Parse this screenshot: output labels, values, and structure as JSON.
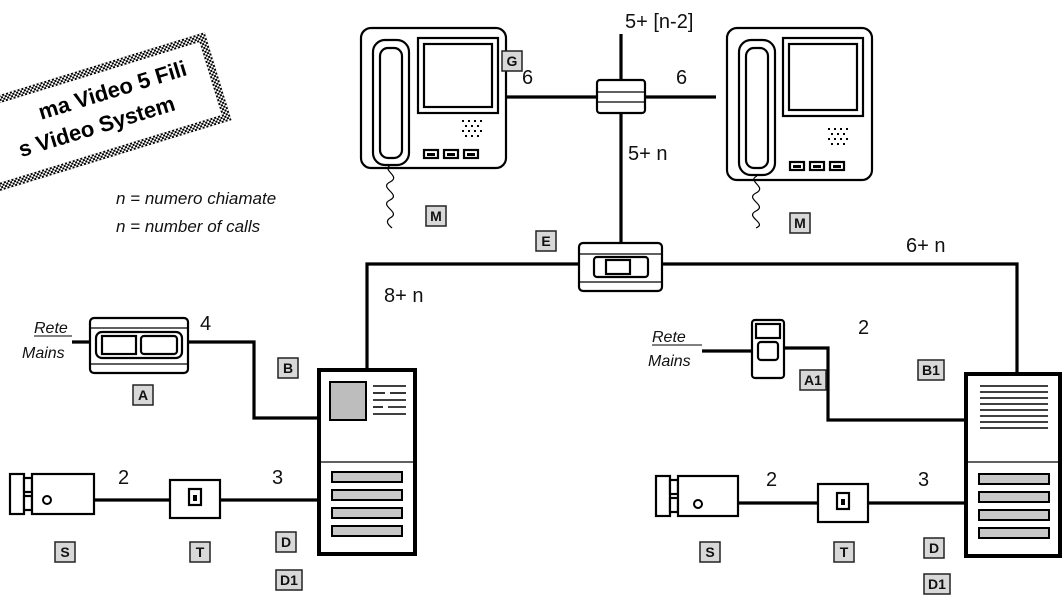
{
  "banner": {
    "line1": "ma Video 5 Fili",
    "line2": "s Video System"
  },
  "notes": {
    "it": "n = numero chiamate",
    "en": "n = number of calls"
  },
  "mains": {
    "left_it": "Rete",
    "left_en": "Mains",
    "right_it": "Rete",
    "right_en": "Mains"
  },
  "wire_labels": {
    "riser_top": "5+ [n-2]",
    "left_monitor": "6",
    "right_monitor": "6",
    "riser_mid": "5+ n",
    "to_right_panel": "6+ n",
    "to_left_panel": "8+ n",
    "left_power": "4",
    "right_power": "2",
    "left_cam": "2",
    "left_cam_panel": "3",
    "right_cam": "2",
    "right_cam_panel": "3"
  },
  "tags": {
    "G": "G",
    "M_left": "M",
    "M_right": "M",
    "E": "E",
    "A": "A",
    "B": "B",
    "A1": "A1",
    "B1": "B1",
    "S_left": "S",
    "T_left": "T",
    "D_left": "D",
    "D1_left": "D1",
    "S_right": "S",
    "T_right": "T",
    "D_right": "D",
    "D1_right": "D1"
  },
  "colors": {
    "tag_fill": "#d8d8d8",
    "panel_grey": "#bdbdbd",
    "line": "#000000"
  }
}
